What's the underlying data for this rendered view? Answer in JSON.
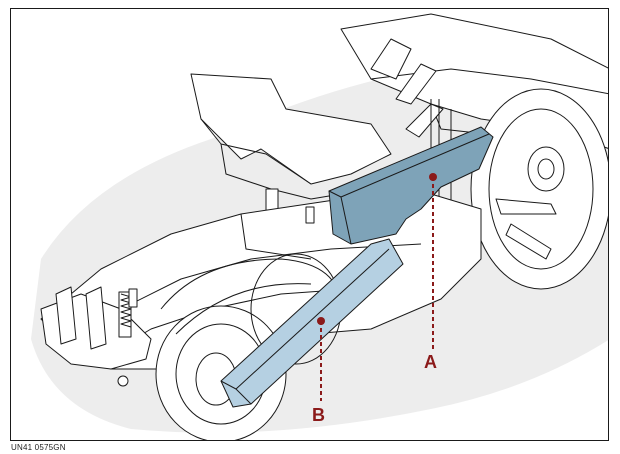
{
  "figure": {
    "caption": "UN41 0575GN",
    "callouts": [
      {
        "id": "A",
        "label": "A"
      },
      {
        "id": "B",
        "label": "B"
      }
    ],
    "colors": {
      "line": "#1a1a1a",
      "shadow": "#ededed",
      "part_a": "#7ea3b8",
      "part_b": "#b5d0e2",
      "leader": "#8b1a1a"
    }
  }
}
